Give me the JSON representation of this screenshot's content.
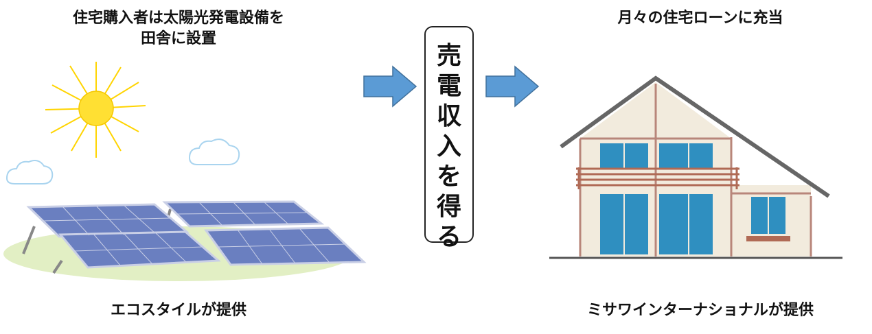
{
  "left_title": "住宅購入者は太陽光発電設備を\n田舎に設置",
  "left_caption": "エコスタイルが提供",
  "center_text": "売電収入を得る",
  "right_title": "月々の住宅ローンに充当",
  "right_caption": "ミサワインターナショナルが提供",
  "colors": {
    "arrow": "#5b9bd5",
    "sun": "#ffe033",
    "sun_rays": "#ffd400",
    "panel": "#6a7fc0",
    "panel_frame": "#c9cfe6",
    "grass": "#e2efc4",
    "house_wall": "#f2ebdd",
    "house_trim": "#b8867a",
    "window_glass": "#2f8fc0"
  }
}
